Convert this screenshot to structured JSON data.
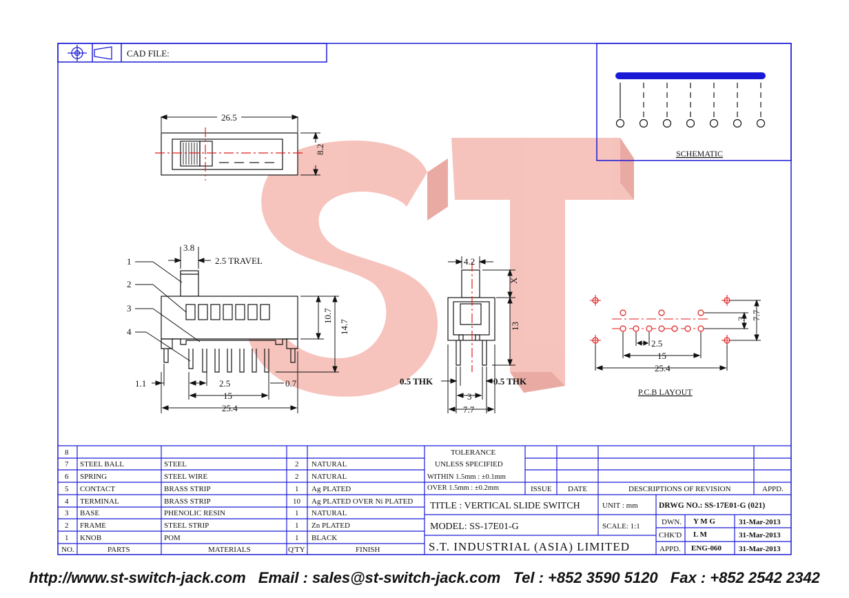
{
  "header": {
    "cad_file_label": "CAD FILE:"
  },
  "schematic": {
    "label": "SCHEMATIC"
  },
  "top_view": {
    "width_dim": "26.5",
    "height_dim": "8.2"
  },
  "side_view": {
    "dims": {
      "knob_width": "3.8",
      "travel": "2.5 TRAVEL",
      "body_height": "10.7",
      "total_height": "14.7",
      "offset": "1.1",
      "pitch": "2.5",
      "pin_span": "15",
      "overall": "25.4",
      "thickness": "0.7"
    },
    "callouts": [
      "1",
      "2",
      "3",
      "4"
    ]
  },
  "end_view": {
    "top": "4.2",
    "knob_height": "X",
    "height": "13",
    "thk_left": "0.5 THK",
    "thk_right": "0.5 THK",
    "spacing": "3",
    "width": "7.7"
  },
  "pcb_layout": {
    "label": "P.C.B LAYOUT",
    "pitch": "2.5",
    "span": "15",
    "overall": "25.4",
    "row_gap": "3",
    "height": "7.7"
  },
  "bom": {
    "headers": {
      "no": "NO.",
      "parts": "PARTS",
      "materials": "MATERIALS",
      "qty": "Q'TY",
      "finish": "FINISH"
    },
    "rows": [
      {
        "no": "8",
        "part": "",
        "material": "",
        "qty": "",
        "finish": ""
      },
      {
        "no": "7",
        "part": "STEEL BALL",
        "material": "STEEL",
        "qty": "2",
        "finish": "NATURAL"
      },
      {
        "no": "6",
        "part": "SPRING",
        "material": "STEEL WIRE",
        "qty": "2",
        "finish": "NATURAL"
      },
      {
        "no": "5",
        "part": "CONTACT",
        "material": "BRASS STRIP",
        "qty": "1",
        "finish": "Ag PLATED"
      },
      {
        "no": "4",
        "part": "TERMINAL",
        "material": "BRASS STRIP",
        "qty": "10",
        "finish": "Ag PLATED OVER Ni PLATED"
      },
      {
        "no": "3",
        "part": "BASE",
        "material": "PHENOLIC RESIN",
        "qty": "1",
        "finish": "NATURAL"
      },
      {
        "no": "2",
        "part": "FRAME",
        "material": "STEEL STRIP",
        "qty": "1",
        "finish": "Zn PLATED"
      },
      {
        "no": "1",
        "part": "KNOB",
        "material": "POM",
        "qty": "1",
        "finish": "BLACK"
      }
    ]
  },
  "tolerance": {
    "line1": "TOLERANCE",
    "line2": "UNLESS SPECIFIED",
    "within": "WITHIN 1.5mm : ±0.1mm",
    "over": "OVER 1.5mm : ±0.2mm"
  },
  "revision": {
    "issue": "ISSUE",
    "date": "DATE",
    "description": "DESCRIPTIONS OF REVISION",
    "appd": "APPD."
  },
  "title_block": {
    "title": "TITLE : VERTICAL SLIDE SWITCH",
    "unit": "UNIT : mm",
    "drwg_no": "DRWG NO.: SS-17E01-G (021)",
    "model": "MODEL: SS-17E01-G",
    "scale": "SCALE: 1:1",
    "company": "S.T. INDUSTRIAL (ASIA) LIMITED",
    "dwn_label": "DWN.",
    "dwn_name": "Y M G",
    "dwn_date": "31-Mar-2013",
    "chkd_label": "CHK'D",
    "chkd_name": "L M",
    "chkd_date": "31-Mar-2013",
    "appd_label": "APPD.",
    "appd_name": "ENG-060",
    "appd_date": "31-Mar-2013"
  },
  "watermark": "ST",
  "footer": {
    "url": "http://www.st-switch-jack.com",
    "email": "Email : sales@st-switch-jack.com",
    "tel": "Tel : +852 3590 5120",
    "fax": "Fax : +852 2542 2342"
  },
  "colors": {
    "line": "#1a1ad6",
    "accent": "#e11a1a",
    "watermark": "#f2b9b3"
  }
}
